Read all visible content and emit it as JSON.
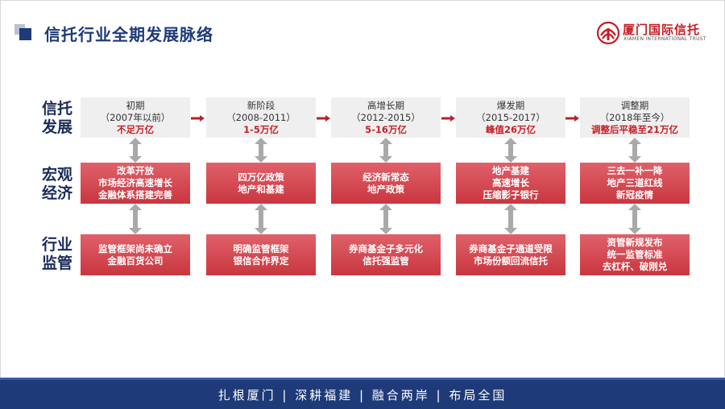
{
  "header": {
    "title": "信托行业全期发展脉络",
    "logo_name": "厦门国际信托",
    "logo_en": "XIAMEN INTERNATIONAL TRUST"
  },
  "row_labels": {
    "trust": [
      "信托",
      "发展"
    ],
    "macro": [
      "宏观",
      "经济"
    ],
    "regulation": [
      "行业",
      "监管"
    ]
  },
  "stages": [
    {
      "name": "初期",
      "period": "（2007年以前）",
      "scale": "不足万亿"
    },
    {
      "name": "新阶段",
      "period": "（2008-2011）",
      "scale": "1-5万亿"
    },
    {
      "name": "高增长期",
      "period": "（2012-2015）",
      "scale": "5-16万亿"
    },
    {
      "name": "爆发期",
      "period": "（2015-2017）",
      "scale": "峰值26万亿"
    },
    {
      "name": "调整期",
      "period": "（2018年至今）",
      "scale": "调整后平稳至21万亿"
    }
  ],
  "macro": [
    [
      "改革开放",
      "市场经济高速增长",
      "金融体系搭建完善"
    ],
    [
      "四万亿政策",
      "地产和基建"
    ],
    [
      "经济新常态",
      "地产政策"
    ],
    [
      "地产基建",
      "高速增长",
      "压缩影子银行"
    ],
    [
      "三去一补一降",
      "地产三道红线",
      "新冠疫情"
    ]
  ],
  "regulation": [
    [
      "监管框架尚未确立",
      "金融百货公司"
    ],
    [
      "明确监管框架",
      "银信合作界定"
    ],
    [
      "券商基金子多元化",
      "信托强监管"
    ],
    [
      "券商基金子通道受限",
      "市场份额回流信托"
    ],
    [
      "资管新规发布",
      "统一监管标准",
      "去杠杆、破刚兑"
    ]
  ],
  "footer": {
    "slogan": "扎根厦门 | 深耕福建 | 融合两岸 | 布局全国"
  },
  "colors": {
    "navy": "#1f3a78",
    "red": "#c51f25",
    "box_red": "#d44a52",
    "box_gray": "#efefef"
  }
}
